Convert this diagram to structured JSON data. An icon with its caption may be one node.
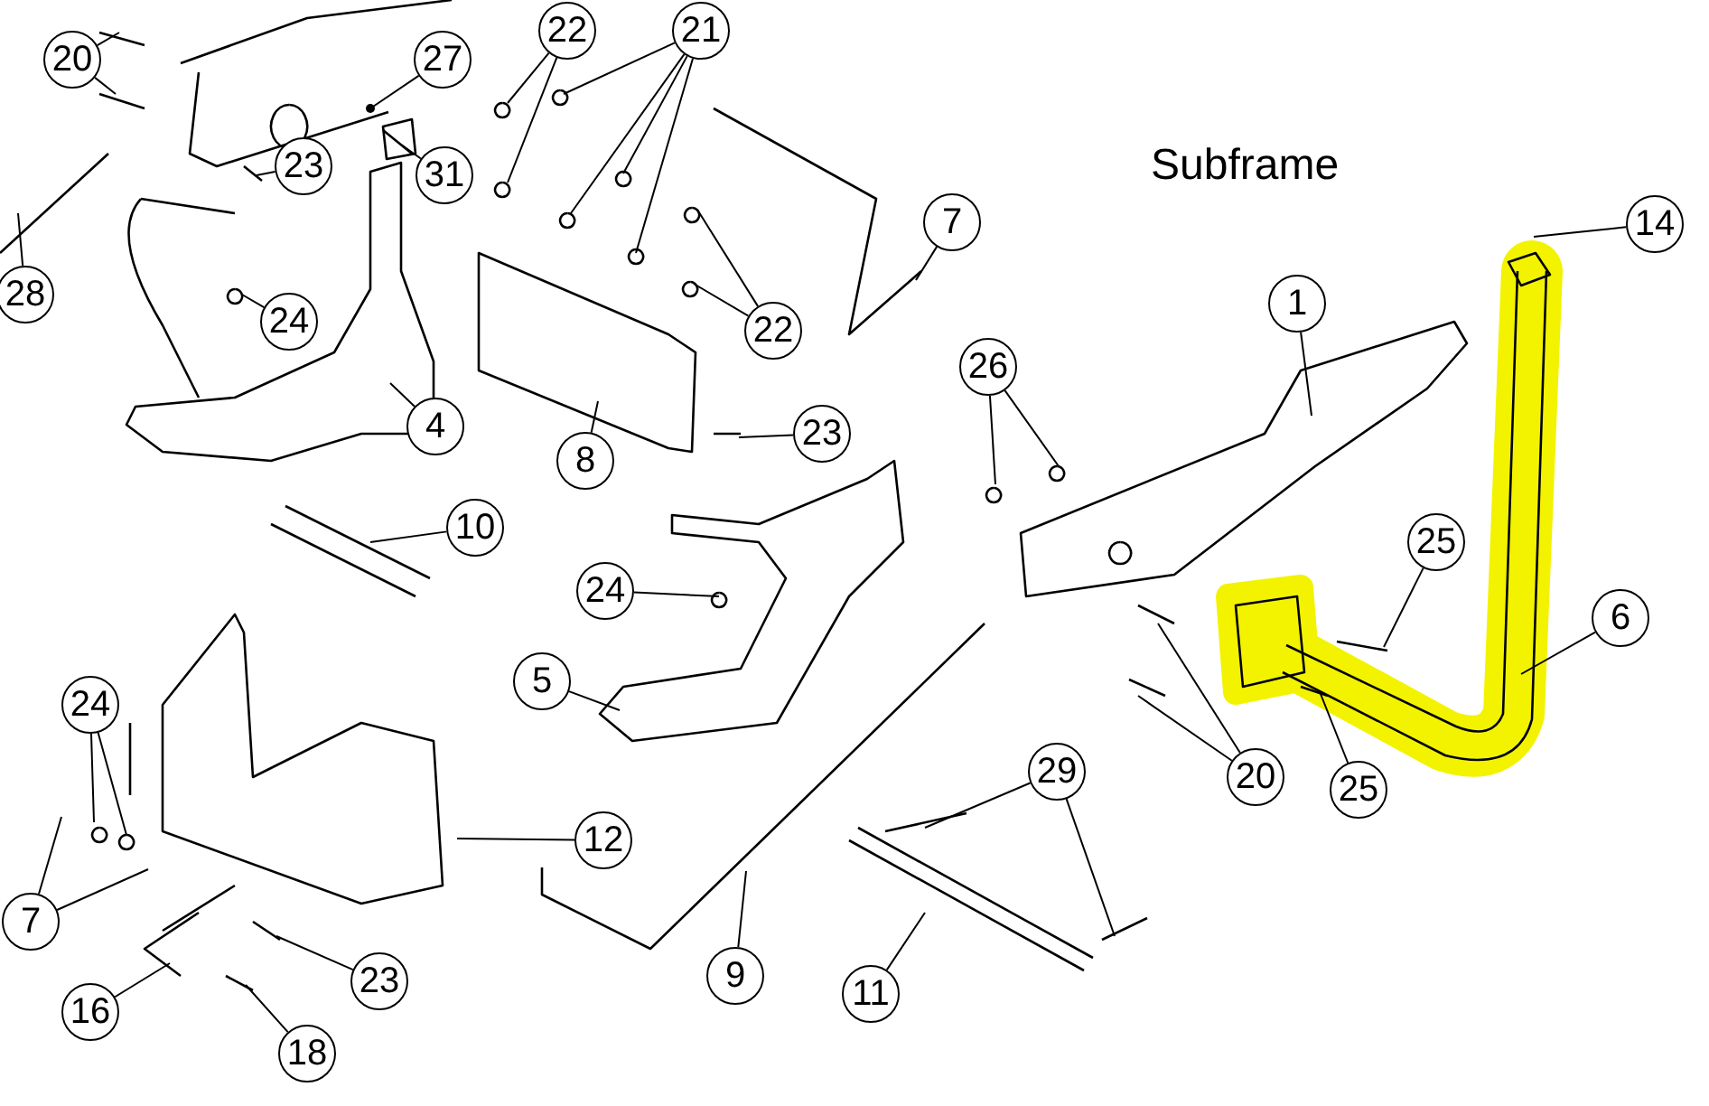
{
  "diagram": {
    "title": "Subframe",
    "nodes": [
      {
        "text": [
          "20"
        ]
      },
      {
        "text": [
          "27"
        ]
      },
      {
        "text": [
          "22"
        ]
      },
      {
        "text": [
          "21"
        ]
      },
      {
        "text": [
          "23"
        ]
      },
      {
        "text": [
          "31"
        ]
      },
      {
        "text": [
          "28"
        ]
      },
      {
        "text": [
          "24"
        ]
      },
      {
        "text": [
          "4"
        ]
      },
      {
        "text": [
          "22"
        ]
      },
      {
        "text": [
          "7"
        ]
      },
      {
        "text": [
          "8"
        ]
      },
      {
        "text": [
          "26"
        ]
      },
      {
        "text": [
          "1"
        ]
      },
      {
        "text": [
          "14"
        ]
      },
      {
        "text": [
          "23"
        ]
      },
      {
        "text": [
          "10"
        ]
      },
      {
        "text": [
          "24"
        ]
      },
      {
        "text": [
          "5"
        ]
      },
      {
        "text": [
          "25"
        ]
      },
      {
        "text": [
          "6"
        ]
      },
      {
        "text": [
          "24"
        ]
      },
      {
        "text": [
          "20"
        ]
      },
      {
        "text": [
          "29"
        ]
      },
      {
        "text": [
          "25"
        ]
      },
      {
        "text": [
          "12"
        ]
      },
      {
        "text": [
          "7"
        ]
      },
      {
        "text": [
          "16"
        ]
      },
      {
        "text": [
          "23"
        ]
      },
      {
        "text": [
          "9"
        ]
      },
      {
        "text": [
          "11"
        ]
      },
      {
        "text": [
          "18"
        ]
      }
    ],
    "edges": [
      {
        "from": 0,
        "to": null,
        "arrow": "none"
      },
      {
        "from": 0,
        "to": null,
        "arrow": "none"
      },
      {
        "from": 1,
        "to": null,
        "arrow": "other"
      },
      {
        "from": 2,
        "to": null,
        "arrow": "none"
      },
      {
        "from": 2,
        "to": null,
        "arrow": "none"
      },
      {
        "from": 3,
        "to": null,
        "arrow": "none"
      },
      {
        "from": 3,
        "to": null,
        "arrow": "none"
      },
      {
        "from": 3,
        "to": null,
        "arrow": "none"
      },
      {
        "from": 3,
        "to": null,
        "arrow": "none"
      },
      {
        "from": 4,
        "to": null,
        "arrow": "none"
      },
      {
        "from": 5,
        "to": null,
        "arrow": "none"
      },
      {
        "from": 6,
        "to": null,
        "arrow": "none"
      },
      {
        "from": 7,
        "to": null,
        "arrow": "none"
      },
      {
        "from": 8,
        "to": null,
        "arrow": "none"
      },
      {
        "from": 9,
        "to": null,
        "arrow": "none"
      },
      {
        "from": 9,
        "to": null,
        "arrow": "none"
      },
      {
        "from": 10,
        "to": null,
        "arrow": "none"
      },
      {
        "from": 11,
        "to": null,
        "arrow": "none"
      },
      {
        "from": 12,
        "to": null,
        "arrow": "none"
      },
      {
        "from": 12,
        "to": null,
        "arrow": "none"
      },
      {
        "from": 13,
        "to": null,
        "arrow": "none"
      },
      {
        "from": 14,
        "to": null,
        "arrow": "none"
      },
      {
        "from": 15,
        "to": null,
        "arrow": "none"
      },
      {
        "from": 16,
        "to": null,
        "arrow": "none"
      },
      {
        "from": 17,
        "to": null,
        "arrow": "none"
      },
      {
        "from": 18,
        "to": null,
        "arrow": "none"
      },
      {
        "from": 19,
        "to": null,
        "arrow": "none"
      },
      {
        "from": 20,
        "to": null,
        "arrow": "none"
      },
      {
        "from": 21,
        "to": null,
        "arrow": "none"
      },
      {
        "from": 21,
        "to": null,
        "arrow": "none"
      },
      {
        "from": 22,
        "to": null,
        "arrow": "none"
      },
      {
        "from": 22,
        "to": null,
        "arrow": "none"
      },
      {
        "from": 23,
        "to": null,
        "arrow": "none"
      },
      {
        "from": 23,
        "to": null,
        "arrow": "none"
      },
      {
        "from": 24,
        "to": null,
        "arrow": "none"
      },
      {
        "from": 25,
        "to": null,
        "arrow": "none"
      },
      {
        "from": 26,
        "to": null,
        "arrow": "none"
      },
      {
        "from": 26,
        "to": null,
        "arrow": "none"
      },
      {
        "from": 27,
        "to": null,
        "arrow": "none"
      },
      {
        "from": 28,
        "to": null,
        "arrow": "none"
      },
      {
        "from": 29,
        "to": null,
        "arrow": "none"
      },
      {
        "from": 30,
        "to": null,
        "arrow": "none"
      },
      {
        "from": 31,
        "to": null,
        "arrow": "none"
      }
    ]
  }
}
